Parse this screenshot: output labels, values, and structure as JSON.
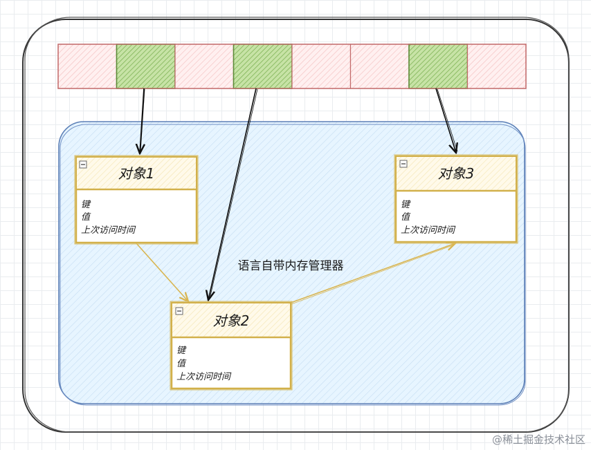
{
  "region": {
    "label": "语言自带内存管理器"
  },
  "objects": [
    {
      "id": "obj1",
      "title": "对象1",
      "fields": [
        "键",
        "值",
        "上次访问时间"
      ]
    },
    {
      "id": "obj2",
      "title": "对象2",
      "fields": [
        "键",
        "值",
        "上次访问时间"
      ]
    },
    {
      "id": "obj3",
      "title": "对象3",
      "fields": [
        "键",
        "值",
        "上次访问时间"
      ]
    }
  ],
  "array": {
    "cells": 8,
    "highlighted_cells": [
      1,
      3,
      6
    ],
    "colors": {
      "free": "#ffe3e3",
      "free_border": "#c26a6a",
      "used": "#b2d88a",
      "used_border": "#5d8b3a"
    }
  },
  "colors": {
    "region_fill": "#e7f5ff",
    "region_border": "#5b7fb6",
    "box_border": "#d2b04a",
    "box_header": "#fff6d9",
    "box_body": "#ffffff",
    "black_arrow": "#111111",
    "gold_arrow": "#d9b550",
    "frame": "#333333"
  },
  "watermark": "@稀土掘金技术社区"
}
